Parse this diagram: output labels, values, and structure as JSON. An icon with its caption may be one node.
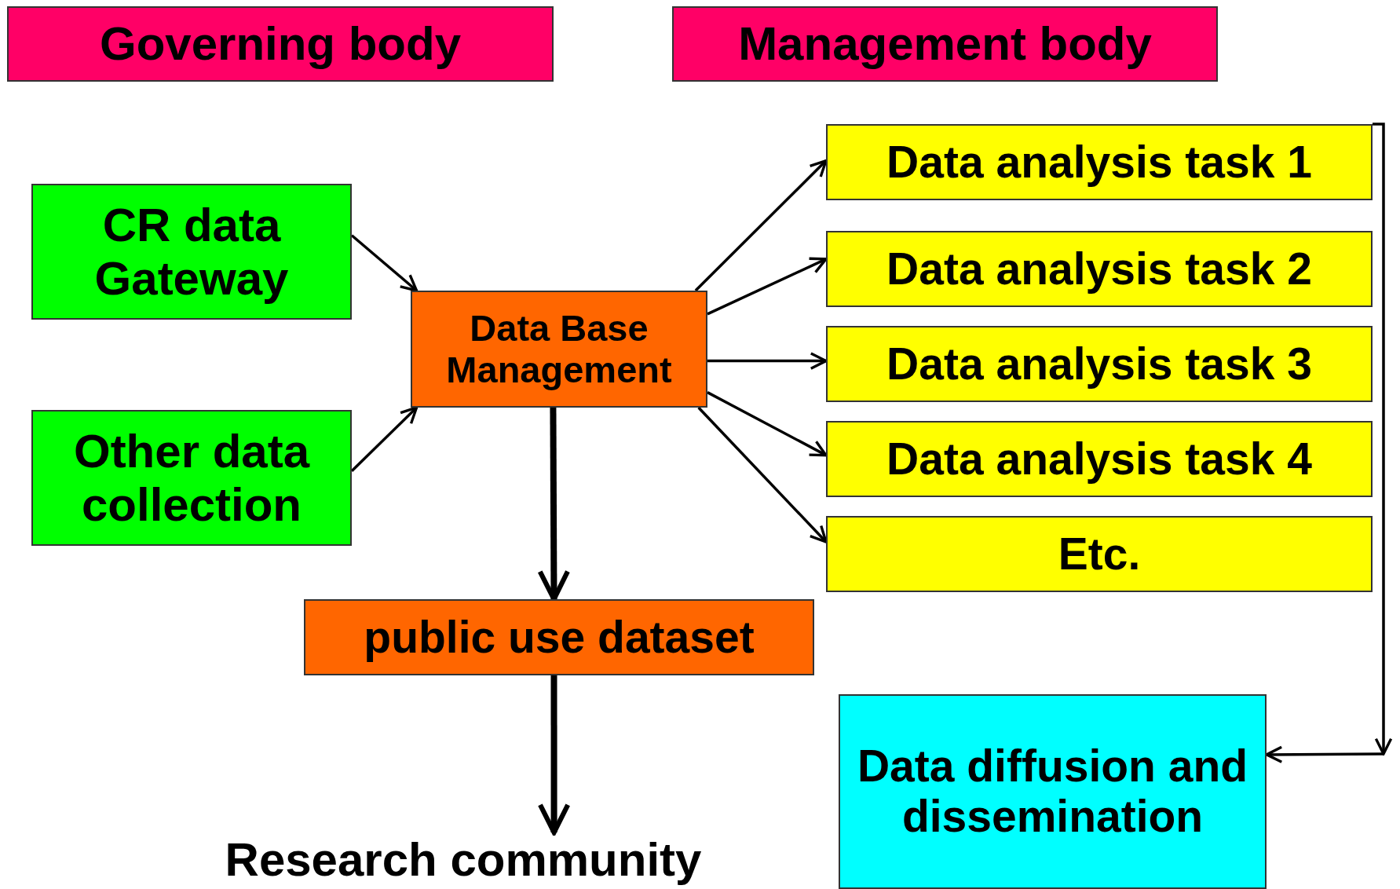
{
  "diagram": {
    "nodes": [
      {
        "text": [
          "Governing body"
        ]
      },
      {
        "text": [
          "Management body"
        ]
      },
      {
        "text": [
          "CR data Gateway"
        ]
      },
      {
        "text": [
          "Other data collection"
        ]
      },
      {
        "text": [
          "Data Base Management"
        ]
      },
      {
        "text": [
          "Data analysis  task 1"
        ]
      },
      {
        "text": [
          "Data analysis  task 2"
        ]
      },
      {
        "text": [
          "Data analysis  task 3"
        ]
      },
      {
        "text": [
          "Data analysis  task 4"
        ]
      },
      {
        "text": [
          "Etc."
        ]
      },
      {
        "text": [
          "public use dataset"
        ]
      },
      {
        "text": [
          "Research community"
        ]
      },
      {
        "text": [
          "Data diffusion and dissemination"
        ]
      }
    ],
    "edges": [
      {
        "from": 2,
        "to": 4,
        "arrow": "to"
      },
      {
        "from": 3,
        "to": 4,
        "arrow": "to"
      },
      {
        "from": 4,
        "to": 5,
        "arrow": "to"
      },
      {
        "from": 4,
        "to": 6,
        "arrow": "to"
      },
      {
        "from": 4,
        "to": 7,
        "arrow": "to"
      },
      {
        "from": 4,
        "to": 8,
        "arrow": "to"
      },
      {
        "from": 4,
        "to": 9,
        "arrow": "to"
      },
      {
        "from": 4,
        "to": 10,
        "arrow": "to",
        "style": "thick"
      },
      {
        "from": 10,
        "to": 11,
        "arrow": "to",
        "style": "thick"
      },
      {
        "from": 5,
        "to": null,
        "arrow": "to"
      },
      {
        "from": null,
        "to": 12,
        "arrow": "to"
      }
    ]
  }
}
